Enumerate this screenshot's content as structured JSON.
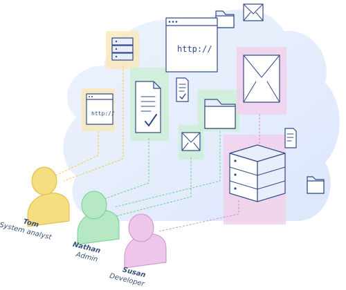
{
  "diagram": {
    "users": [
      {
        "name": "Tom",
        "role": "System analyst",
        "color": "#f5d66a"
      },
      {
        "name": "Nathan",
        "role": "Admin",
        "color": "#a8e0b8"
      },
      {
        "name": "Susan",
        "role": "Developer",
        "color": "#e3b8e3"
      }
    ],
    "browser_large_url": "http://",
    "browser_small_url": "http://",
    "icons": [
      "database-icon",
      "browser-icon",
      "document-icon",
      "folder-icon",
      "envelope-icon",
      "server-icon",
      "cloud"
    ],
    "colors": {
      "cloud": "#e4ecfb",
      "yellow": "#f5d66a",
      "green": "#a8e0b8",
      "pink": "#e3b8e3",
      "ink": "#2f4a8a"
    }
  }
}
